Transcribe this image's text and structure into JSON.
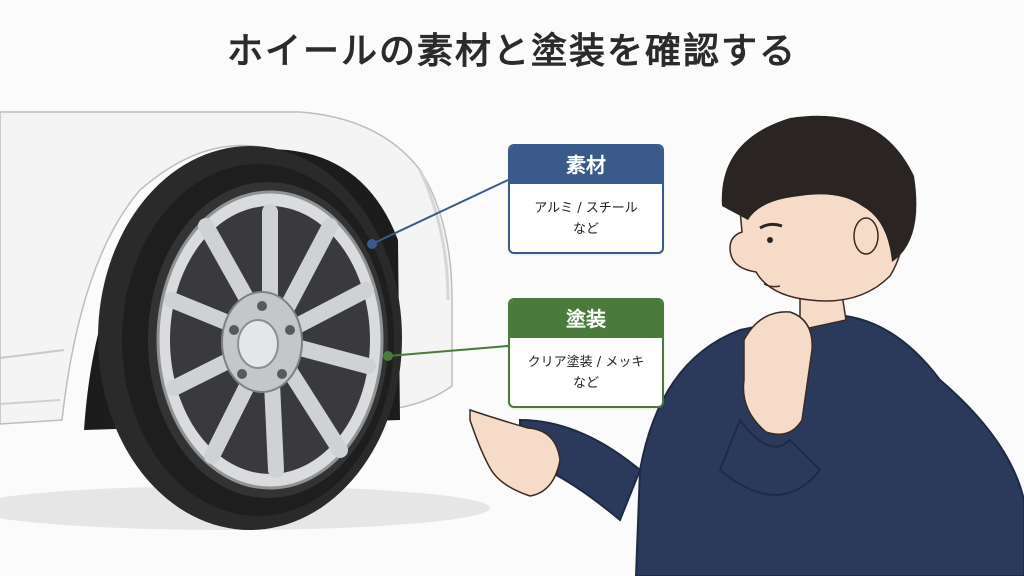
{
  "title": "ホイールの素材と塗装を確認する",
  "cards": [
    {
      "heading": "素材",
      "line1": "アルミ / スチール",
      "line2": "など",
      "color": "#3a5a8c"
    },
    {
      "heading": "塗装",
      "line1": "クリア塗装 / メッキ",
      "line2": "など",
      "color": "#4a7a3c"
    }
  ]
}
